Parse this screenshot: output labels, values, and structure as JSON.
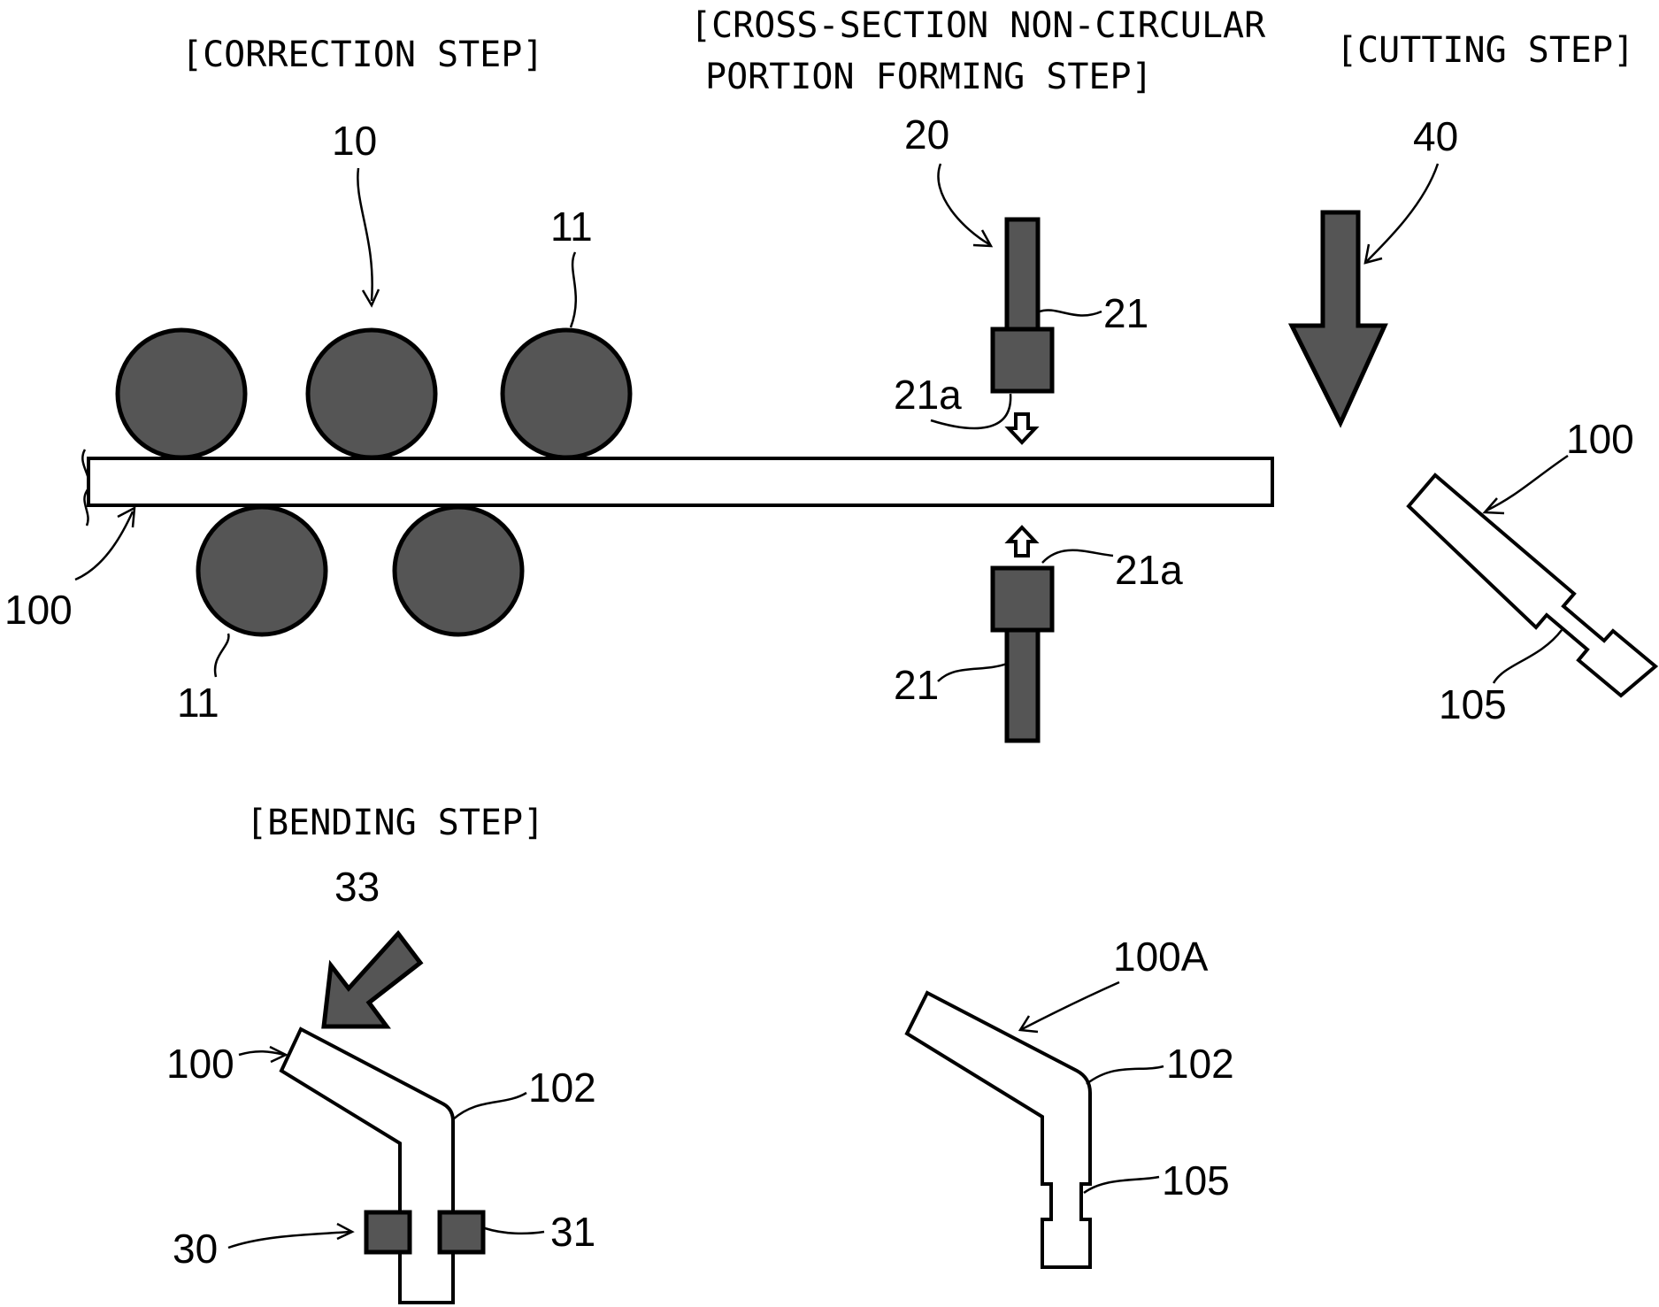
{
  "steps": {
    "correction": "[CORRECTION STEP]",
    "forming_line1": "[CROSS-SECTION NON-CIRCULAR",
    "forming_line2": "PORTION FORMING STEP]",
    "cutting": "[CUTTING STEP]",
    "bending": "[BENDING STEP]"
  },
  "refs": {
    "r10": "10",
    "r11_top": "11",
    "r11_bottom": "11",
    "r100_left": "100",
    "r20": "20",
    "r21_top": "21",
    "r21a_top": "21a",
    "r21a_bottom": "21a",
    "r21_bottom": "21",
    "r40": "40",
    "r100_cut": "100",
    "r105_cut": "105",
    "r33": "33",
    "r100_bend": "100",
    "r102_bend": "102",
    "r30": "30",
    "r31": "31",
    "r100A": "100A",
    "r102_final": "102",
    "r105_final": "105"
  },
  "colors": {
    "part_fill": "#555555",
    "outline": "#000000",
    "background": "#ffffff"
  }
}
